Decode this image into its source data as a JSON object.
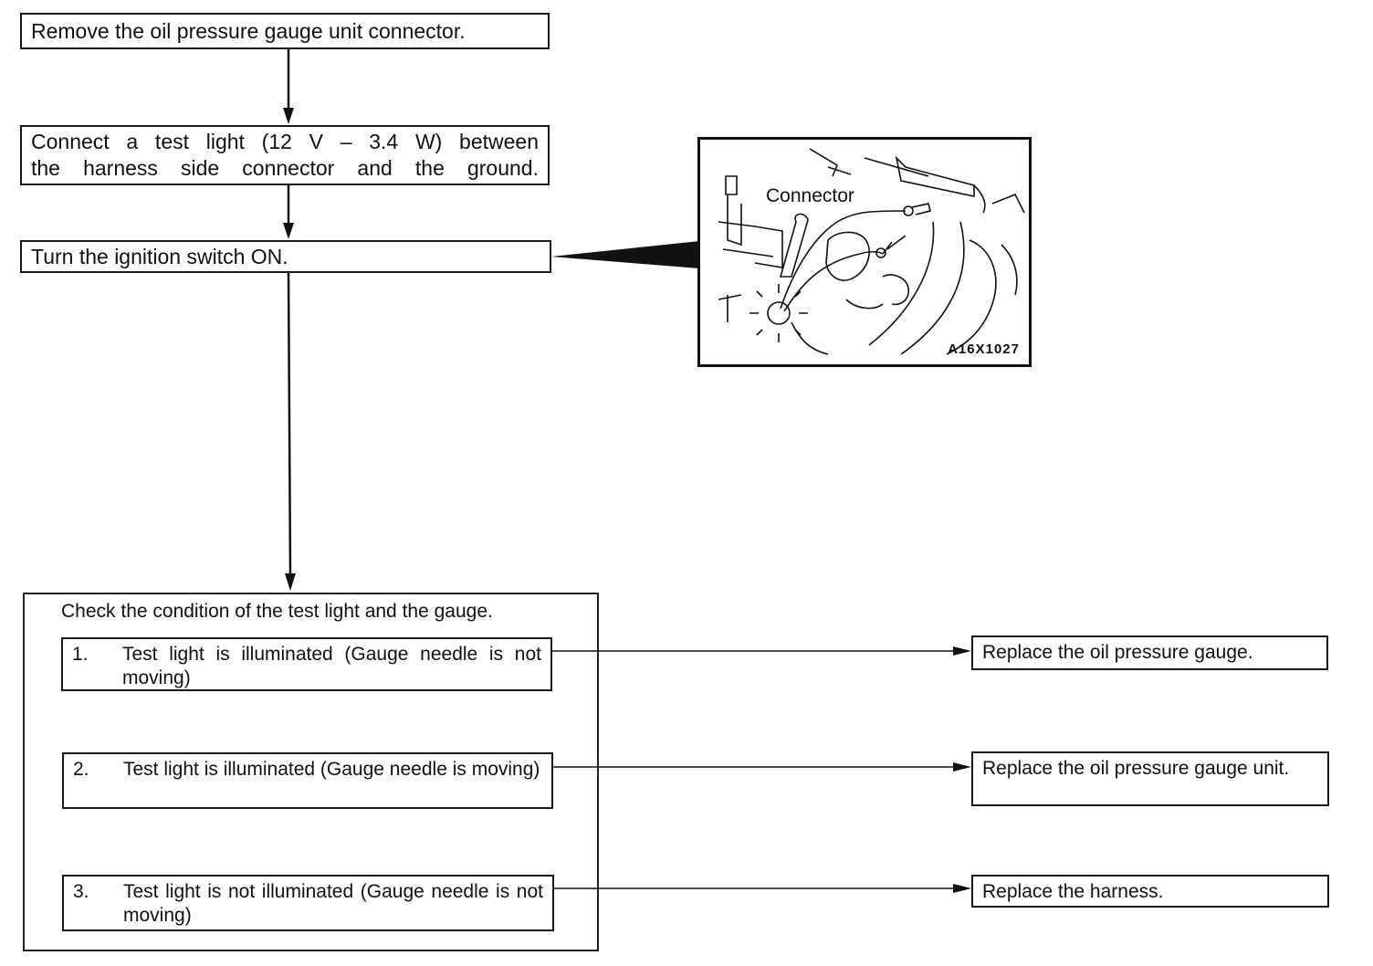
{
  "steps": {
    "remove_connector": "Remove the oil pressure gauge unit connector.",
    "connect_test_light_line1": "Connect a test light (12 V – 3.4 W) between",
    "connect_test_light_line2": "the harness side connector and the ground.",
    "ignition_on": "Turn the ignition switch ON."
  },
  "illustration": {
    "connector_label": "Connector",
    "figure_code": "A16X1027"
  },
  "check": {
    "title": "Check the condition of the test light and the gauge.",
    "conditions": [
      {
        "num": "1.",
        "text": "Test light is illuminated (Gauge needle is not moving)"
      },
      {
        "num": "2.",
        "text": "Test light is illuminated (Gauge needle is moving)"
      },
      {
        "num": "3.",
        "text": "Test light is not illuminated (Gauge needle is not moving)"
      }
    ]
  },
  "results": [
    "Replace the oil pressure gauge.",
    "Replace the oil pressure gauge unit.",
    "Replace the harness."
  ]
}
